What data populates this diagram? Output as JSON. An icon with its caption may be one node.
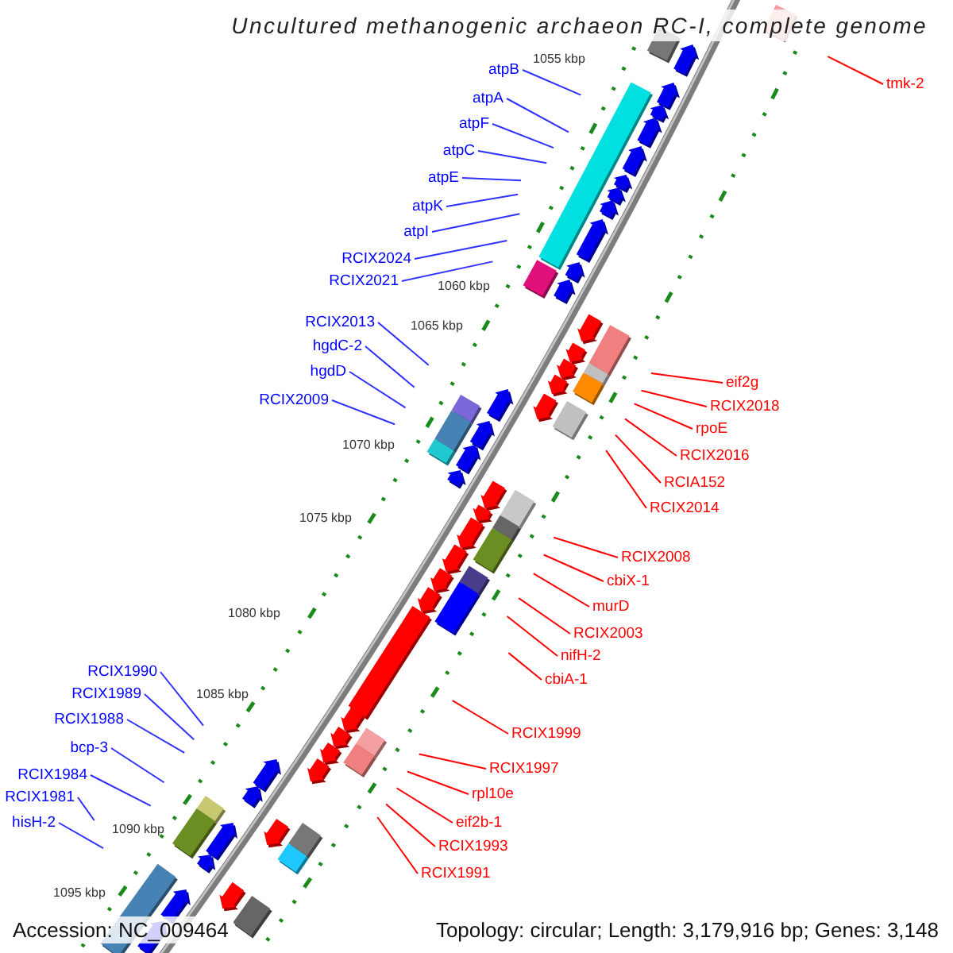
{
  "diagram": {
    "title": "Uncultured methanogenic archaeon RC-I, complete genome",
    "nodes": [
      {
        "text": [
          "atpB"
        ]
      },
      {
        "text": [
          "atpA"
        ]
      },
      {
        "text": [
          "atpF"
        ]
      },
      {
        "text": [
          "atpC"
        ]
      },
      {
        "text": [
          "atpE"
        ]
      },
      {
        "text": [
          "atpK"
        ]
      },
      {
        "text": [
          "atpI"
        ]
      },
      {
        "text": [
          "RCIX2024"
        ]
      },
      {
        "text": [
          "RCIX2021"
        ]
      },
      {
        "text": [
          "RCIX2013"
        ]
      },
      {
        "text": [
          "hgdC-2"
        ]
      },
      {
        "text": [
          "hgdD"
        ]
      },
      {
        "text": [
          "RCIX2009"
        ]
      },
      {
        "text": [
          "RCIX1990"
        ]
      },
      {
        "text": [
          "RCIX1989"
        ]
      },
      {
        "text": [
          "RCIX1988"
        ]
      },
      {
        "text": [
          "bcp-3"
        ]
      },
      {
        "text": [
          "RCIX1984"
        ]
      },
      {
        "text": [
          "RCIX1981"
        ]
      },
      {
        "text": [
          "hisH-2"
        ]
      },
      {
        "text": [
          "tmk-2"
        ]
      },
      {
        "text": [
          "eif2g"
        ]
      },
      {
        "text": [
          "RCIX2018"
        ]
      },
      {
        "text": [
          "rpoE"
        ]
      },
      {
        "text": [
          "RCIX2016"
        ]
      },
      {
        "text": [
          "RCIA152"
        ]
      },
      {
        "text": [
          "RCIX2014"
        ]
      },
      {
        "text": [
          "RCIX2008"
        ]
      },
      {
        "text": [
          "cbiX-1"
        ]
      },
      {
        "text": [
          "murD"
        ]
      },
      {
        "text": [
          "RCIX2003"
        ]
      },
      {
        "text": [
          "nifH-2"
        ]
      },
      {
        "text": [
          "cbiA-1"
        ]
      },
      {
        "text": [
          "RCIX1999"
        ]
      },
      {
        "text": [
          "RCIX1997"
        ]
      },
      {
        "text": [
          "rpl10e"
        ]
      },
      {
        "text": [
          "eif2b-1"
        ]
      },
      {
        "text": [
          "RCIX1993"
        ]
      },
      {
        "text": [
          "RCIX1991"
        ]
      }
    ],
    "edges": [
      {
        "from": 0,
        "to": null,
        "arrow": "none"
      },
      {
        "from": 1,
        "to": null,
        "arrow": "none"
      },
      {
        "from": 2,
        "to": null,
        "arrow": "none"
      },
      {
        "from": 3,
        "to": null,
        "arrow": "none"
      },
      {
        "from": 4,
        "to": null,
        "arrow": "none"
      },
      {
        "from": 5,
        "to": null,
        "arrow": "none"
      },
      {
        "from": 6,
        "to": null,
        "arrow": "none"
      },
      {
        "from": 7,
        "to": null,
        "arrow": "none"
      },
      {
        "from": 8,
        "to": null,
        "arrow": "none"
      },
      {
        "from": 9,
        "to": null,
        "arrow": "none"
      },
      {
        "from": 10,
        "to": null,
        "arrow": "none"
      },
      {
        "from": 11,
        "to": null,
        "arrow": "none"
      },
      {
        "from": 12,
        "to": null,
        "arrow": "none"
      },
      {
        "from": 13,
        "to": null,
        "arrow": "none"
      },
      {
        "from": 14,
        "to": null,
        "arrow": "none"
      },
      {
        "from": 15,
        "to": null,
        "arrow": "none"
      },
      {
        "from": 16,
        "to": null,
        "arrow": "none"
      },
      {
        "from": 17,
        "to": null,
        "arrow": "none"
      },
      {
        "from": 18,
        "to": null,
        "arrow": "none"
      },
      {
        "from": 19,
        "to": null,
        "arrow": "none"
      },
      {
        "from": 20,
        "to": null,
        "arrow": "none",
        "color": "#ff0000"
      },
      {
        "from": 21,
        "to": null,
        "arrow": "none",
        "color": "#ff0000"
      },
      {
        "from": 22,
        "to": null,
        "arrow": "none",
        "color": "#ff0000"
      },
      {
        "from": 23,
        "to": null,
        "arrow": "none",
        "color": "#ff0000"
      },
      {
        "from": 24,
        "to": null,
        "arrow": "none",
        "color": "#ff0000"
      },
      {
        "from": 25,
        "to": null,
        "arrow": "none",
        "color": "#ff0000"
      },
      {
        "from": 26,
        "to": null,
        "arrow": "none",
        "color": "#ff0000"
      },
      {
        "from": 27,
        "to": null,
        "arrow": "none",
        "color": "#ff0000"
      },
      {
        "from": 28,
        "to": null,
        "arrow": "none",
        "color": "#ff0000"
      },
      {
        "from": 29,
        "to": null,
        "arrow": "none",
        "color": "#ff0000"
      },
      {
        "from": 30,
        "to": null,
        "arrow": "none",
        "color": "#ff0000"
      },
      {
        "from": 31,
        "to": null,
        "arrow": "none",
        "color": "#ff0000"
      },
      {
        "from": 32,
        "to": null,
        "arrow": "none",
        "color": "#ff0000"
      },
      {
        "from": 33,
        "to": null,
        "arrow": "none",
        "color": "#ff0000"
      },
      {
        "from": 34,
        "to": null,
        "arrow": "none",
        "color": "#ff0000"
      },
      {
        "from": 35,
        "to": null,
        "arrow": "none",
        "color": "#ff0000"
      },
      {
        "from": 36,
        "to": null,
        "arrow": "none",
        "color": "#ff0000"
      },
      {
        "from": 37,
        "to": null,
        "arrow": "none",
        "color": "#ff0000"
      },
      {
        "from": 38,
        "to": null,
        "arrow": "none",
        "color": "#ff0000"
      }
    ],
    "labels": [
      "1055 kbp",
      "1060 kbp",
      "1065 kbp",
      "1070 kbp",
      "1075 kbp",
      "1080 kbp",
      "1085 kbp",
      "1090 kbp",
      "1095 kbp",
      "Accession: NC_009464",
      "Topology: circular; Length: 3,179,916 bp; Genes: 3,148"
    ]
  }
}
